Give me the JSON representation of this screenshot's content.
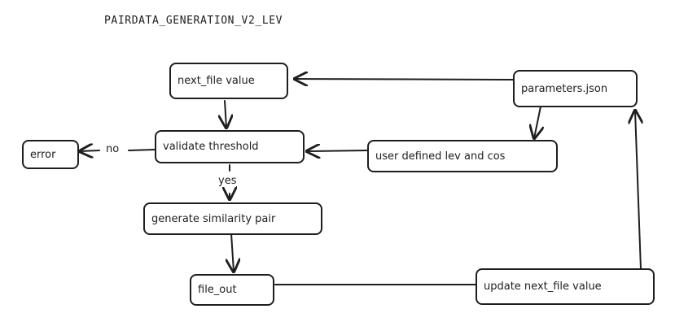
{
  "title": "PAIRDATA_GENERATION_V2_LEV",
  "nodes": {
    "next_file_value": "next_file value",
    "parameters_json": "parameters.json",
    "validate_threshold": "validate threshold",
    "user_defined": "user defined lev and cos",
    "error": "error",
    "generate_pair": "generate similarity pair",
    "file_out": "file_out",
    "update_next_file": "update next_file value"
  },
  "edge_labels": {
    "no": "no",
    "yes": "yes"
  }
}
